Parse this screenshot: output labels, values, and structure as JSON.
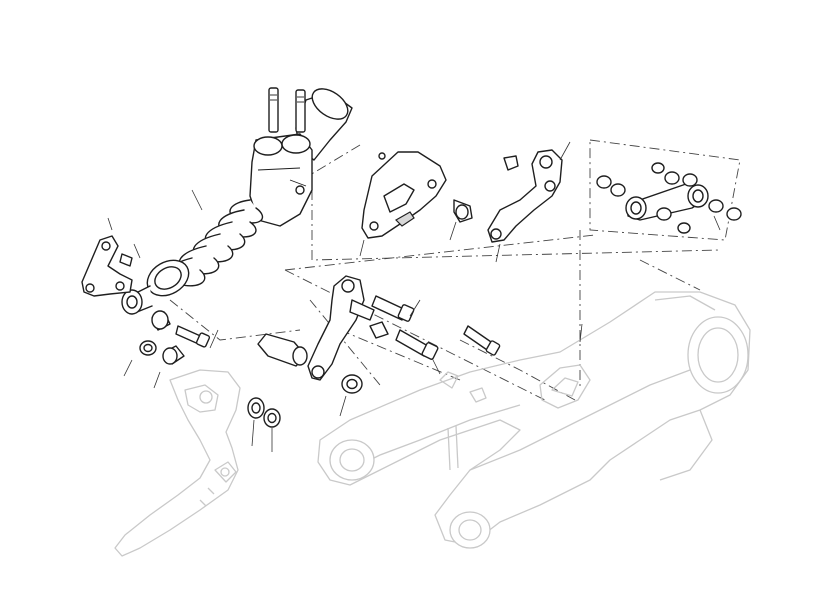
{
  "diagram": {
    "title": "",
    "style": "exploded-view line drawing",
    "colors": {
      "background": "#ffffff",
      "ink": "#1f1f1f",
      "ghost_frame": "#c9c9c9",
      "centerline": "#444444"
    },
    "parts": [
      {
        "name": "rear-shock-absorber"
      },
      {
        "name": "shock-top-mount"
      },
      {
        "name": "linkage-plate-upper"
      },
      {
        "name": "rocker-arm"
      },
      {
        "name": "connecting-rod"
      },
      {
        "name": "rocker-bracket"
      },
      {
        "name": "swingarm"
      },
      {
        "name": "rear-frame-ghost"
      }
    ]
  }
}
